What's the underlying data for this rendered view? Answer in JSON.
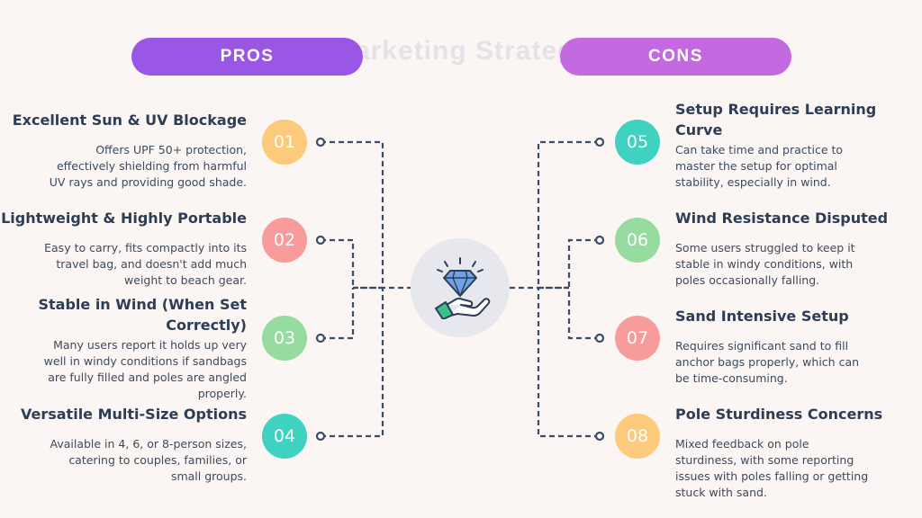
{
  "header": {
    "watermark": "Marketing Strategy",
    "pros_label": "PROS",
    "cons_label": "CONS"
  },
  "colors": {
    "pros_pill": "#9a57e6",
    "cons_pill": "#c46ae0",
    "connector": "#3b4c66",
    "circle_yellow": "#fdc97a",
    "circle_red": "#f79b9b",
    "circle_green": "#96dca0",
    "circle_teal": "#3fd2c0"
  },
  "pros": [
    {
      "number": "01",
      "title": "Excellent Sun & UV Blockage",
      "description": "Offers UPF 50+ protection, effectively shielding from harmful UV rays and providing good shade."
    },
    {
      "number": "02",
      "title": "Lightweight & Highly Portable",
      "description": "Easy to carry, fits compactly into its travel bag, and doesn't add much weight to beach gear."
    },
    {
      "number": "03",
      "title": "Stable in Wind (When Set Correctly)",
      "description": "Many users report it holds up very well in windy conditions if sandbags are fully filled and poles are angled properly."
    },
    {
      "number": "04",
      "title": "Versatile Multi-Size Options",
      "description": "Available in 4, 6, or 8-person sizes, catering to couples, families, or small groups."
    }
  ],
  "cons": [
    {
      "number": "05",
      "title": "Setup Requires Learning Curve",
      "description": "Can take time and practice to master the setup for optimal stability, especially in wind."
    },
    {
      "number": "06",
      "title": "Wind Resistance Disputed",
      "description": "Some users struggled to keep it stable in windy conditions, with poles occasionally falling."
    },
    {
      "number": "07",
      "title": "Sand Intensive Setup",
      "description": "Requires significant sand to fill anchor bags properly, which can be time-consuming."
    },
    {
      "number": "08",
      "title": "Pole Sturdiness Concerns",
      "description": "Mixed feedback on pole sturdiness, with some reporting issues with poles falling or getting stuck with sand."
    }
  ],
  "center": {
    "icon": "diamond-hand-icon"
  }
}
